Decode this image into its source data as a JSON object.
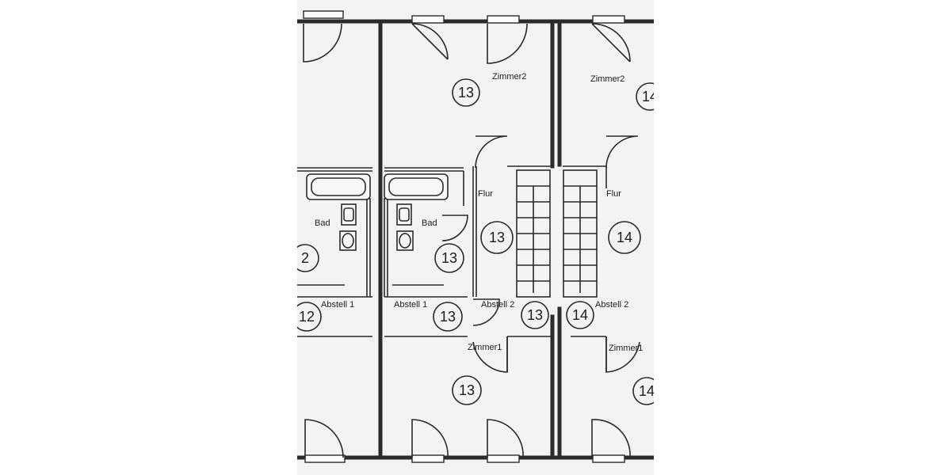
{
  "rooms": {
    "zimmer2_left": "Zimmer2",
    "zimmer2_right": "Zimmer2",
    "flur_left": "Flur",
    "flur_right": "Flur",
    "bad_left": "Bad",
    "bad_right": "Bad",
    "abstell1_left": "Abstell 1",
    "abstell1_right": "Abstell 1",
    "abstell2_left": "Abstell 2",
    "abstell2_right": "Abstell 2",
    "zimmer1_left": "Zimmer1",
    "zimmer1_right": "Zimmer1"
  },
  "unit_numbers": {
    "u13_top": "13",
    "u14_top": "14",
    "u13_flur": "13",
    "u14_flur": "14",
    "u12_bad": "2",
    "u13_bad": "13",
    "u12_abstell": "12",
    "u13_abstell": "13",
    "u13_stair": "13",
    "u14_stair": "14",
    "u13_bottom": "13",
    "u14_bottom": "14"
  },
  "colors": {
    "paper": "#f3f2f4",
    "ink": "#2b2b2b",
    "background": "#ffffff"
  }
}
